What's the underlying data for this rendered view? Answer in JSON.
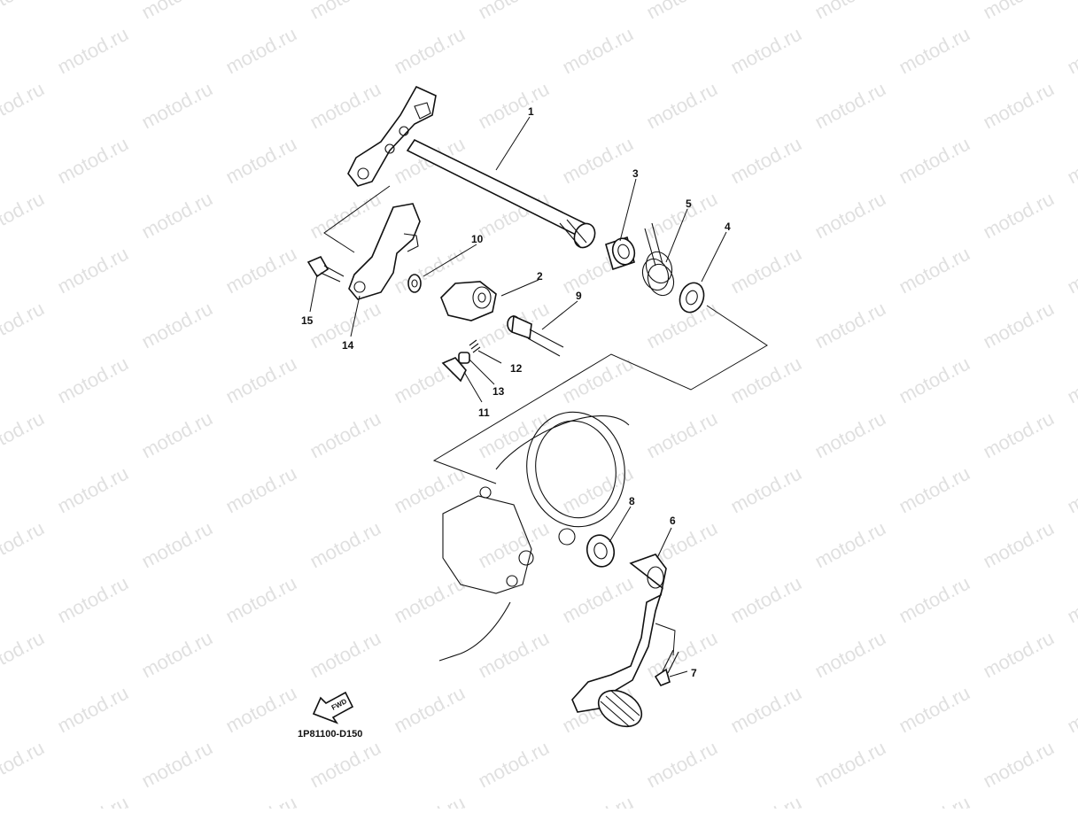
{
  "watermark": "motod.ru",
  "diagram_code": "1P81100-D150",
  "fwd_label": "FWD",
  "callouts": [
    "1",
    "2",
    "3",
    "4",
    "5",
    "6",
    "7",
    "8",
    "9",
    "10",
    "11",
    "12",
    "13",
    "14",
    "15"
  ],
  "icons": {
    "fwd_arrow": "fwd-arrow-icon"
  }
}
